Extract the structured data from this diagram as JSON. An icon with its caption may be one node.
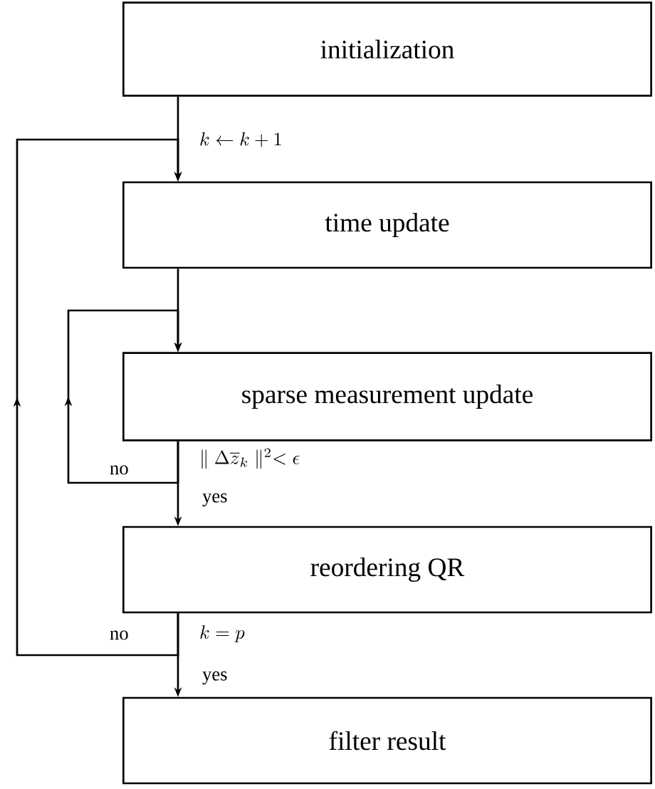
{
  "diagram": {
    "nodes": [
      {
        "text": [
          "initialization"
        ]
      },
      {
        "text": [
          "time update"
        ]
      },
      {
        "text": [
          "sparse measurement update"
        ]
      },
      {
        "text": [
          "reordering QR"
        ]
      },
      {
        "text": [
          "filter result"
        ]
      }
    ],
    "edges": [
      {
        "from": 0,
        "to": 1,
        "arrow": "to"
      },
      {
        "from": 1,
        "to": 2,
        "arrow": "to"
      },
      {
        "from": 2,
        "to": 2,
        "arrow": "to",
        "label": "no"
      },
      {
        "from": 2,
        "to": 3,
        "arrow": "to",
        "label": "yes"
      },
      {
        "from": 3,
        "to": 1,
        "arrow": "to",
        "label": "no"
      },
      {
        "from": 3,
        "to": 4,
        "arrow": "to",
        "label": "yes"
      }
    ],
    "labels": [
      "k \\leftarrow k+1",
      "\\parallel \\Delta \\overline{z}_k \\parallel^2 < \\epsilon",
      "k = p"
    ]
  }
}
